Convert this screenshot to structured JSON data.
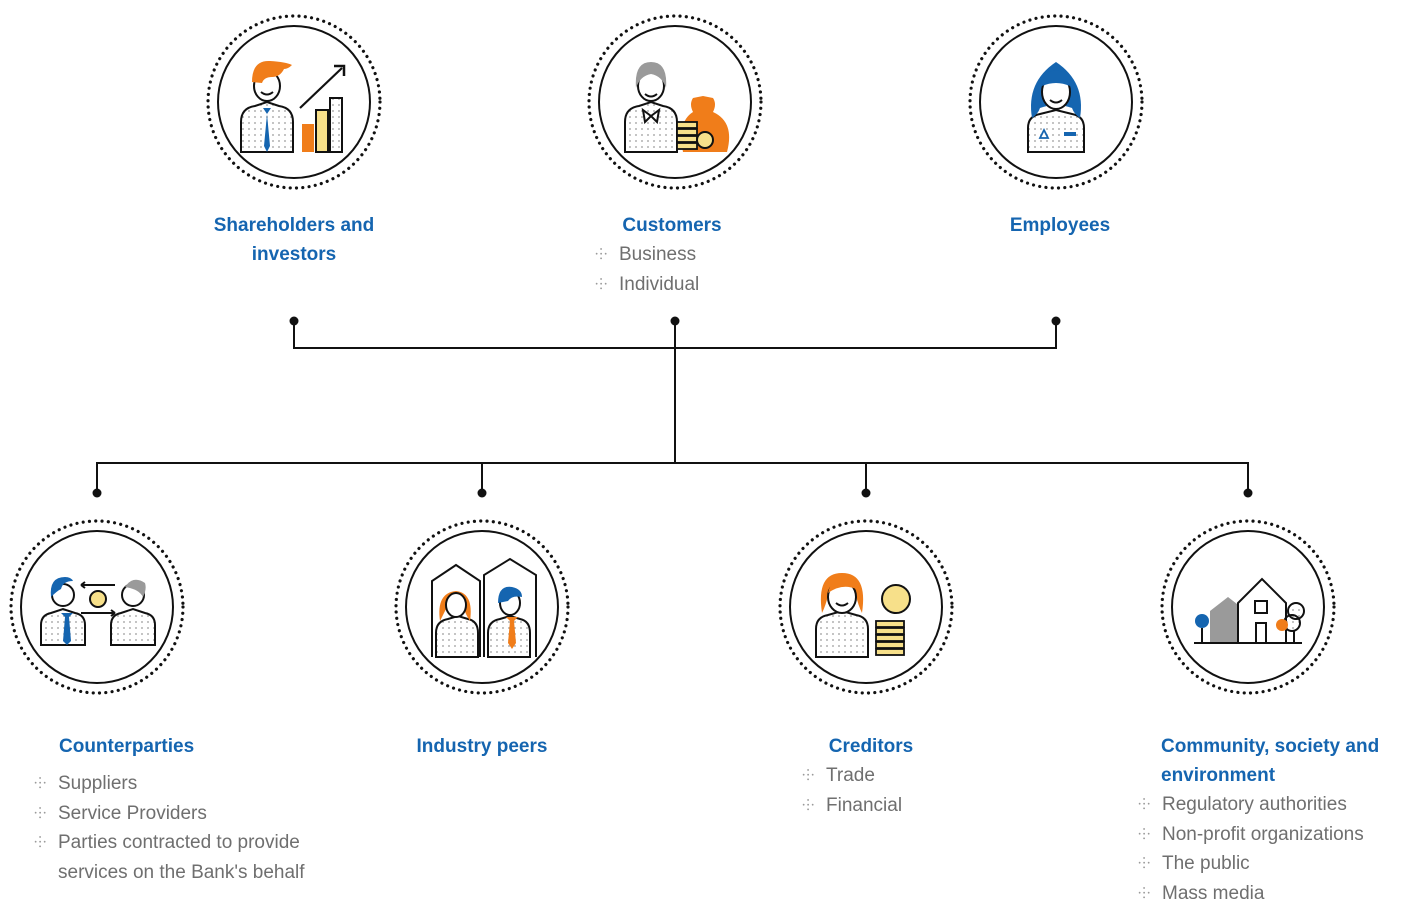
{
  "nodes": {
    "shareholders": {
      "title": "Shareholders and investors"
    },
    "customers": {
      "title": "Customers",
      "items": [
        "Business",
        "Individual"
      ]
    },
    "employees": {
      "title": "Employees"
    },
    "counterparties": {
      "title": "Counterparties",
      "items": [
        "Suppliers",
        "Service Providers",
        "Parties contracted to provide",
        "services on the Bank's behalf"
      ]
    },
    "industry_peers": {
      "title": "Industry peers"
    },
    "creditors": {
      "title": "Creditors",
      "items": [
        "Trade",
        "Financial"
      ]
    },
    "community": {
      "title": "Community, society and environment",
      "items": [
        "Regulatory authorities",
        "Non-profit organizations",
        "The public",
        "Mass media"
      ]
    }
  },
  "bullet_glyph": "⸭",
  "colors": {
    "title": "#1565b0",
    "text": "#6f6f6f",
    "orange": "#f07d1a",
    "blue": "#1565b0",
    "yellow": "#f7e08a",
    "gray": "#9a9a9a",
    "line": "#111111"
  }
}
